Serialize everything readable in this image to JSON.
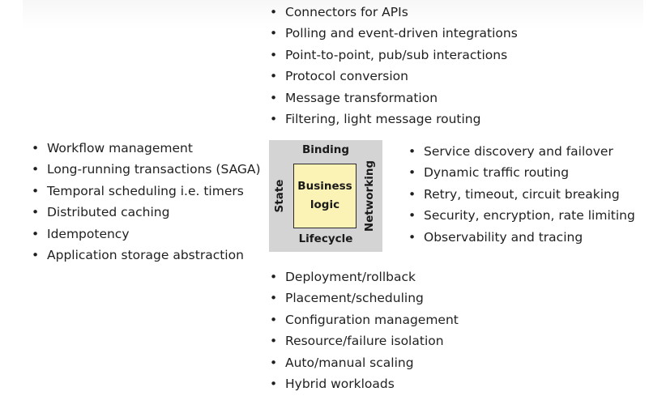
{
  "top_list": [
    "Connectors for APIs",
    "Polling and event-driven integrations",
    "Point-to-point, pub/sub interactions",
    "Protocol conversion",
    "Message transformation",
    "Filtering, light message routing"
  ],
  "left_list": [
    "Workflow management",
    "Long-running transactions (SAGA)",
    "Temporal scheduling i.e. timers",
    "Distributed caching",
    "Idempotency",
    "Application storage abstraction"
  ],
  "right_list": [
    "Service discovery and failover",
    "Dynamic traffic routing",
    "Retry, timeout, circuit breaking",
    "Security, encryption, rate limiting",
    "Observability and tracing"
  ],
  "bottom_list": [
    "Deployment/rollback",
    "Placement/scheduling",
    "Configuration management",
    "Resource/failure isolation",
    "Auto/manual scaling",
    "Hybrid workloads"
  ],
  "center": {
    "top": "Binding",
    "bottom": "Lifecycle",
    "left": "State",
    "right": "Networking",
    "core_line1": "Business",
    "core_line2": "logic"
  },
  "bullet_char": "•",
  "colors": {
    "outer_box": "#d4d4d4",
    "core_box": "#fbf3b6",
    "text": "#1f1f1f"
  }
}
